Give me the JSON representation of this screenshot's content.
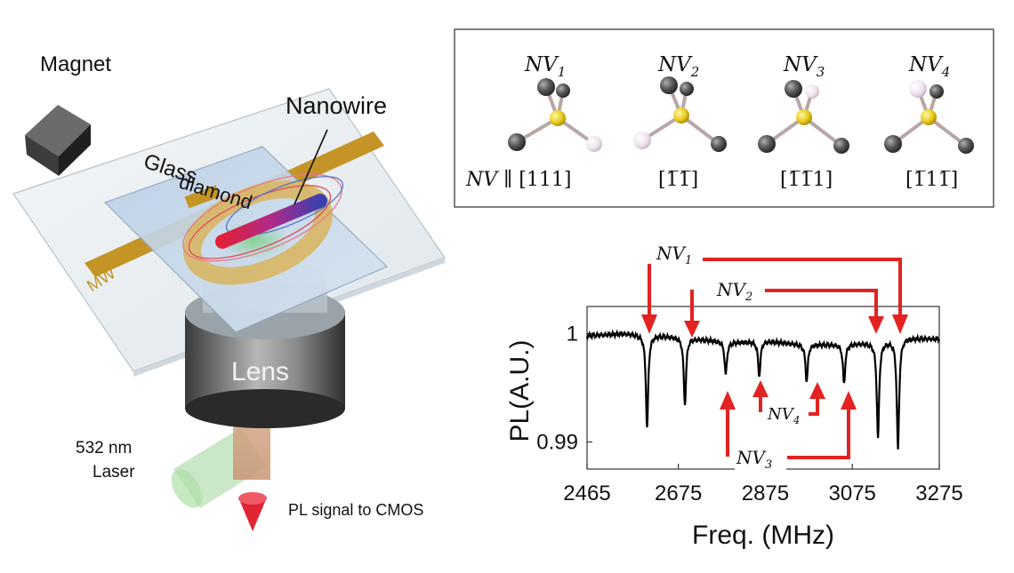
{
  "setup": {
    "magnet": "Magnet",
    "glass": "Glass",
    "diamond": "diamond",
    "nanowire": "Nanowire",
    "mw": "MW",
    "lens": "Lens",
    "laser_line1": "532 nm",
    "laser_line2": "Laser",
    "pl_signal": "PL signal to CMOS"
  },
  "orientations": [
    {
      "name": "NV",
      "sub": "1",
      "direction_prefix": "NV ∥ ",
      "direction": "[111]"
    },
    {
      "name": "NV",
      "sub": "2",
      "direction_prefix": "",
      "direction": "[1̅1̅]"
    },
    {
      "name": "NV",
      "sub": "3",
      "direction_prefix": "",
      "direction": "[1̅1̅1]"
    },
    {
      "name": "NV",
      "sub": "4",
      "direction_prefix": "",
      "direction": "[1̅11̅]"
    }
  ],
  "spectrum": {
    "ylabel": "PL(A.U.)",
    "xlabel": "Freq. (MHz)",
    "yticks": [
      "1",
      "0.99"
    ],
    "xticks": [
      "2465",
      "2675",
      "2875",
      "3075",
      "3275"
    ],
    "annotations": [
      {
        "name": "NV",
        "sub": "1"
      },
      {
        "name": "NV",
        "sub": "2"
      },
      {
        "name": "NV",
        "sub": "3"
      },
      {
        "name": "NV",
        "sub": "4"
      }
    ],
    "colors": {
      "arrow": "#e32222",
      "trace": "#000000"
    }
  },
  "chart_data": {
    "type": "line",
    "xlabel": "Freq. (MHz)",
    "ylabel": "PL(A.U.)",
    "xlim": [
      2465,
      3275
    ],
    "ylim": [
      0.9875,
      1.0025
    ],
    "xticks": [
      2465,
      2675,
      2875,
      3075,
      3275
    ],
    "yticks": [
      0.99,
      1
    ],
    "baseline": [
      {
        "x": 2465,
        "y": 0.9998
      },
      {
        "x": 2550,
        "y": 1.0
      },
      {
        "x": 2640,
        "y": 0.9998
      },
      {
        "x": 2720,
        "y": 0.9995
      },
      {
        "x": 2800,
        "y": 0.9992
      },
      {
        "x": 2880,
        "y": 0.9993
      },
      {
        "x": 2960,
        "y": 0.999
      },
      {
        "x": 3040,
        "y": 0.999
      },
      {
        "x": 3140,
        "y": 0.9992
      },
      {
        "x": 3200,
        "y": 0.9996
      },
      {
        "x": 3275,
        "y": 0.9995
      }
    ],
    "dips": [
      {
        "x": 2603,
        "y": 0.9913,
        "group": "NV1"
      },
      {
        "x": 2690,
        "y": 0.9935,
        "group": "NV2"
      },
      {
        "x": 2784,
        "y": 0.9962,
        "group": "NV3"
      },
      {
        "x": 2861,
        "y": 0.9961,
        "group": "NV4"
      },
      {
        "x": 2970,
        "y": 0.9956,
        "group": "NV4"
      },
      {
        "x": 3056,
        "y": 0.9954,
        "group": "NV3"
      },
      {
        "x": 3134,
        "y": 0.9904,
        "group": "NV2"
      },
      {
        "x": 3180,
        "y": 0.9893,
        "group": "NV1"
      }
    ]
  }
}
